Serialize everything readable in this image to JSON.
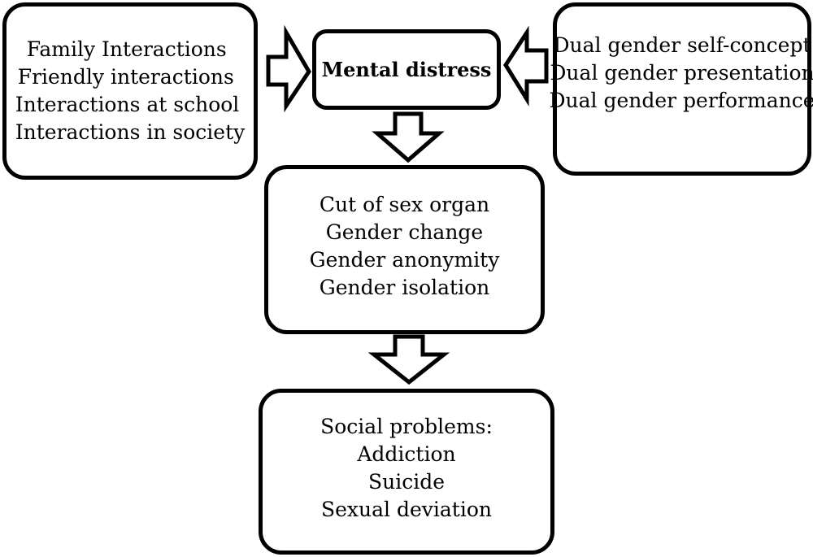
{
  "left_box": {
    "lines": [
      "Family Interactions",
      "Friendly interactions",
      "Interactions at school",
      "Interactions in society"
    ]
  },
  "center_box": {
    "title": "Mental distress"
  },
  "right_box": {
    "lines": [
      "Dual gender self-concept",
      "Dual gender presentation",
      "Dual gender performance"
    ]
  },
  "middle_box": {
    "lines": [
      "Cut of sex organ",
      "Gender change",
      "Gender anonymity",
      "Gender isolation"
    ]
  },
  "bottom_box": {
    "lines": [
      "Social problems:",
      "Addiction",
      "Suicide",
      "Sexual deviation"
    ]
  }
}
